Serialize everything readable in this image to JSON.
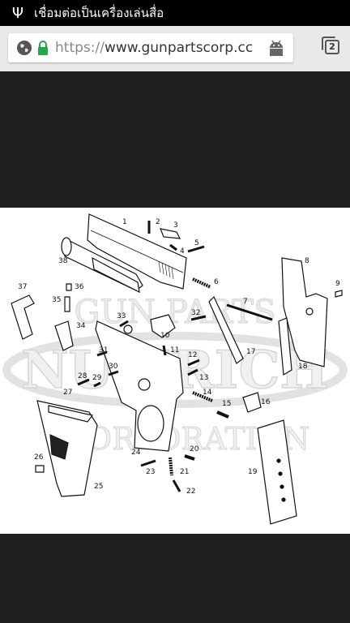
{
  "statusbar": {
    "usb_icon": "usb-icon",
    "text": "เชื่อมต่อเป็นเครื่องเล่นสื่อ"
  },
  "browser": {
    "url_scheme": "https://",
    "url_host": "www.gunpartscorp.cc",
    "tab_count": "2",
    "colors": {
      "lock": "#22a84a",
      "android": "#666666",
      "toolbar": "#e9e9e9"
    }
  },
  "diagram": {
    "watermark": {
      "line1": "GUN PARTS",
      "line2": "NUMRICH",
      "line3": "CORPORATION"
    },
    "part_labels": [
      "1",
      "2",
      "3",
      "4",
      "5",
      "6",
      "7",
      "8",
      "9",
      "10",
      "11",
      "12",
      "13",
      "14",
      "15",
      "16",
      "17",
      "18",
      "19",
      "20",
      "21",
      "22",
      "23",
      "24",
      "25",
      "26",
      "27",
      "28",
      "29",
      "30",
      "31",
      "32",
      "33",
      "34",
      "35",
      "36",
      "37",
      "38"
    ]
  }
}
